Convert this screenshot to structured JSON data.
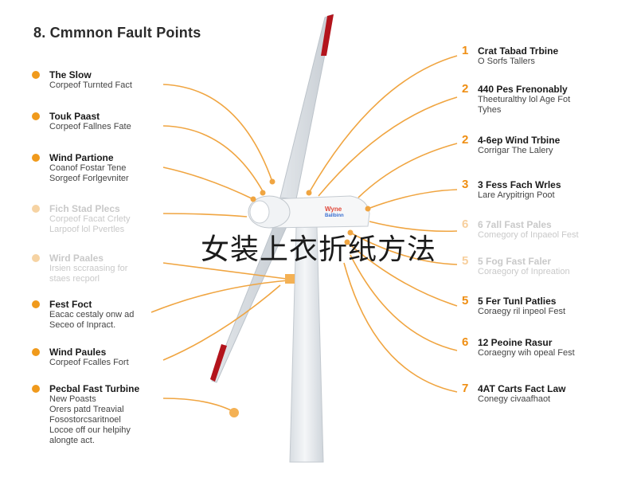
{
  "title": "8. Cmmnon Fault Points",
  "overlay_text": "女装上衣折纸方法",
  "logo": {
    "line1": "Wyne",
    "line2": "Ballbinn"
  },
  "colors": {
    "accent": "#f09a1c",
    "number": "#ef8e12",
    "blade_tip": "#b3141c",
    "tower": "#e9ecef"
  },
  "left_items": [
    {
      "head": "The Slow",
      "sub": "Corpeof Turnted Fact",
      "faded": false
    },
    {
      "head": "Touk Paast",
      "sub": "Corpeof Fallnes Fate",
      "faded": false
    },
    {
      "head": "Wind Partione",
      "sub": "Coanof Fostar Tene\nSorgeof Forlgevniter",
      "faded": false
    },
    {
      "head": "Fich Stad Plecs",
      "sub": "Corpeof Facat Crlety\nLarpoof lol Pvertles",
      "faded": true
    },
    {
      "head": "Wird Paales",
      "sub": "Irsien sccraasing for\nstaes recporl",
      "faded": true
    },
    {
      "head": "Fest Foct",
      "sub": "Eacac cestaly onw ad\nSeceo of Inpract.",
      "faded": false
    },
    {
      "head": "Wind Paules",
      "sub": "Corpeof Fcalles Fort",
      "faded": false
    },
    {
      "head": "Pecbal Fast Turbine",
      "sub": "New Poasts\nOrers patd Treavial\nFosostorcsaritnoel\nLocoe off our helpihy\nalongte act.",
      "faded": false
    }
  ],
  "right_items": [
    {
      "num": "1",
      "head": "Crat Tabad Trbine",
      "sub": "O Sorfs Tallers",
      "faded": false
    },
    {
      "num": "2",
      "head": "440 Pes Frenonably",
      "sub": "Theeturalthy lol Age Fot\nTyhes",
      "faded": false
    },
    {
      "num": "2",
      "head": "4-6ep Wind Trbine",
      "sub": "Corrigar The Lalery",
      "faded": false
    },
    {
      "num": "3",
      "head": "3 Fess Fach Wrles",
      "sub": "Lare Arypitrign Poot",
      "faded": false
    },
    {
      "num": "6",
      "head": "6 7all Fast Pales",
      "sub": "Comegory of Inpaeol Fest",
      "faded": true
    },
    {
      "num": "5",
      "head": "5 Fog Fast Faler",
      "sub": "Coraegory of Inpreation",
      "faded": true
    },
    {
      "num": "5",
      "head": "5 Fer Tunl Patlies",
      "sub": "Coraegy ril inpeol Fest",
      "faded": false
    },
    {
      "num": "6",
      "head": "12 Peoine Rasur",
      "sub": "Coraegny wih opeal Fest",
      "faded": false
    },
    {
      "num": "7",
      "head": "4AT Carts Fact Law",
      "sub": "Conegy civaafhaot",
      "faded": false
    }
  ]
}
